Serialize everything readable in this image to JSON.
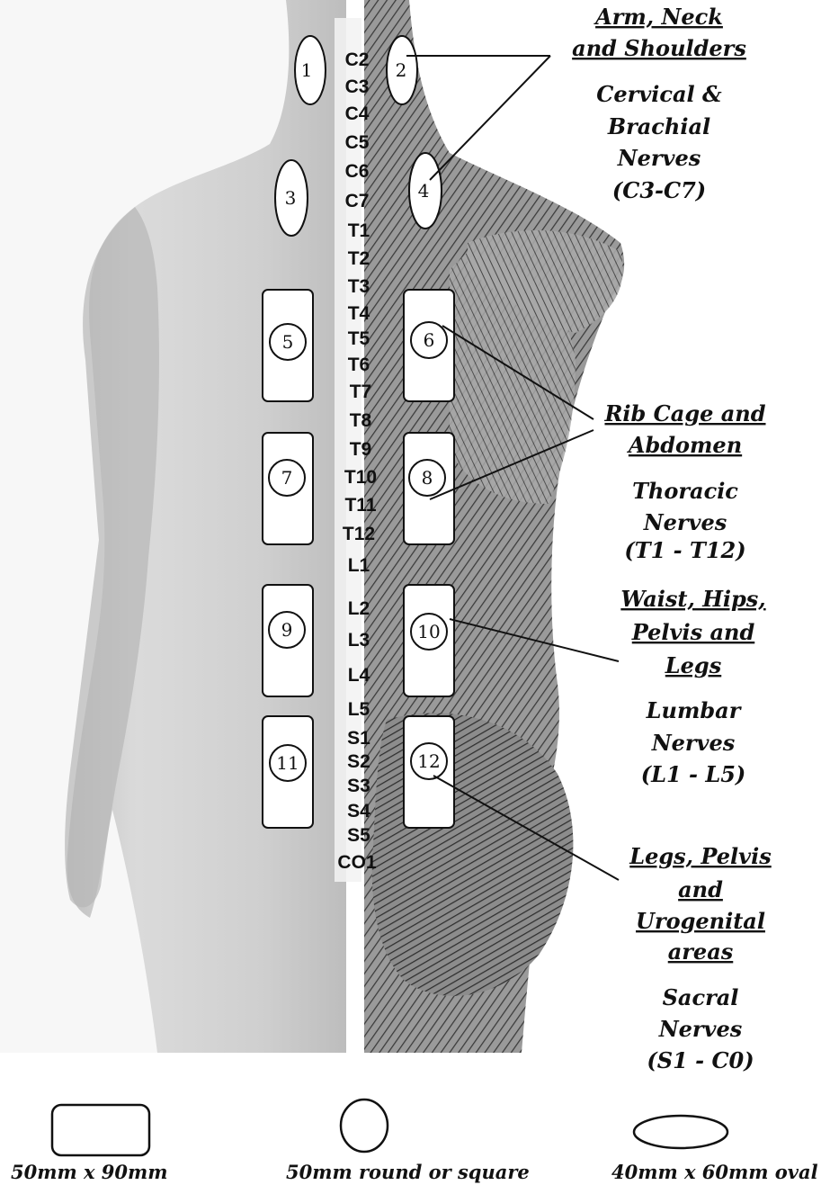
{
  "vertebrae": [
    "C2",
    "C3",
    "C4",
    "C5",
    "C6",
    "C7",
    "T1",
    "T2",
    "T3",
    "T4",
    "T5",
    "T6",
    "T7",
    "T8",
    "T9",
    "T10",
    "T11",
    "T12",
    "L1",
    "L2",
    "L3",
    "L4",
    "L5",
    "S1",
    "S2",
    "S3",
    "S4",
    "S5",
    "CO1"
  ],
  "pads": [
    {
      "n": "1"
    },
    {
      "n": "2"
    },
    {
      "n": "3"
    },
    {
      "n": "4"
    },
    {
      "n": "5"
    },
    {
      "n": "6"
    },
    {
      "n": "7"
    },
    {
      "n": "8"
    },
    {
      "n": "9"
    },
    {
      "n": "10"
    },
    {
      "n": "11"
    },
    {
      "n": "12"
    }
  ],
  "regions": [
    {
      "title_lines": [
        "Arm, Neck",
        "and Shoulders"
      ],
      "sub_lines": [
        "Cervical &",
        "Brachial",
        "Nerves",
        "(C3-C7)"
      ]
    },
    {
      "title_lines": [
        "Rib Cage and",
        "Abdomen"
      ],
      "sub_lines": [
        "Thoracic",
        "Nerves",
        "(T1 - T12)"
      ]
    },
    {
      "title_lines": [
        "Waist, Hips,",
        "Pelvis and",
        "Legs"
      ],
      "sub_lines": [
        "Lumbar",
        "Nerves",
        "(L1 - L5)"
      ]
    },
    {
      "title_lines": [
        "Legs, Pelvis",
        "and",
        "Urogenital",
        "areas"
      ],
      "sub_lines": [
        "Sacral",
        "Nerves",
        "(S1 - C0)"
      ]
    }
  ],
  "legend": [
    {
      "shape": "rectangle",
      "label": "50mm x 90mm"
    },
    {
      "shape": "circle",
      "label": "50mm round or square"
    },
    {
      "shape": "oval",
      "label": "40mm x 60mm oval"
    }
  ]
}
